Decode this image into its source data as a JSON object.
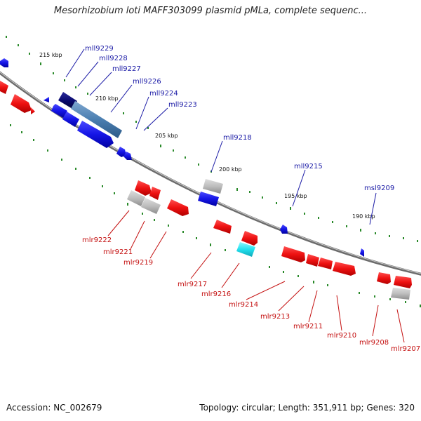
{
  "title": "Mesorhizobium loti MAFF303099 plasmid pMLa, complete sequenc...",
  "footer": {
    "accession": "Accession: NC_002679",
    "summary": "Topology: circular; Length: 351,911 bp; Genes: 320"
  },
  "colors": {
    "backbone": "#8a8a8a",
    "tick": "#2a8a2a",
    "forward_gene": "#e61414",
    "reverse_gene": "#1515e0",
    "dark_gene": "#0a0a70",
    "steel_gene": "#4a7eb0",
    "grey_gene": "#b8b8b8",
    "cyan_gene": "#22e0ee",
    "label_blue": "#1a1aa6",
    "label_red": "#c41010"
  },
  "scale_labels": [
    "215 kbp",
    "210 kbp",
    "205 kbp",
    "200 kbp",
    "195 kbp",
    "190 kbp"
  ],
  "gene_labels_top": [
    "mll9229",
    "mll9228",
    "mll9227",
    "mll9226",
    "mll9224",
    "mll9223",
    "mll9218",
    "mll9215",
    "msl9209"
  ],
  "gene_labels_bottom": [
    "mlr9222",
    "mlr9221",
    "mlr9219",
    "mlr9217",
    "mlr9216",
    "mlr9214",
    "mlr9213",
    "mlr9211",
    "mlr9210",
    "mlr9208",
    "mlr9207"
  ]
}
